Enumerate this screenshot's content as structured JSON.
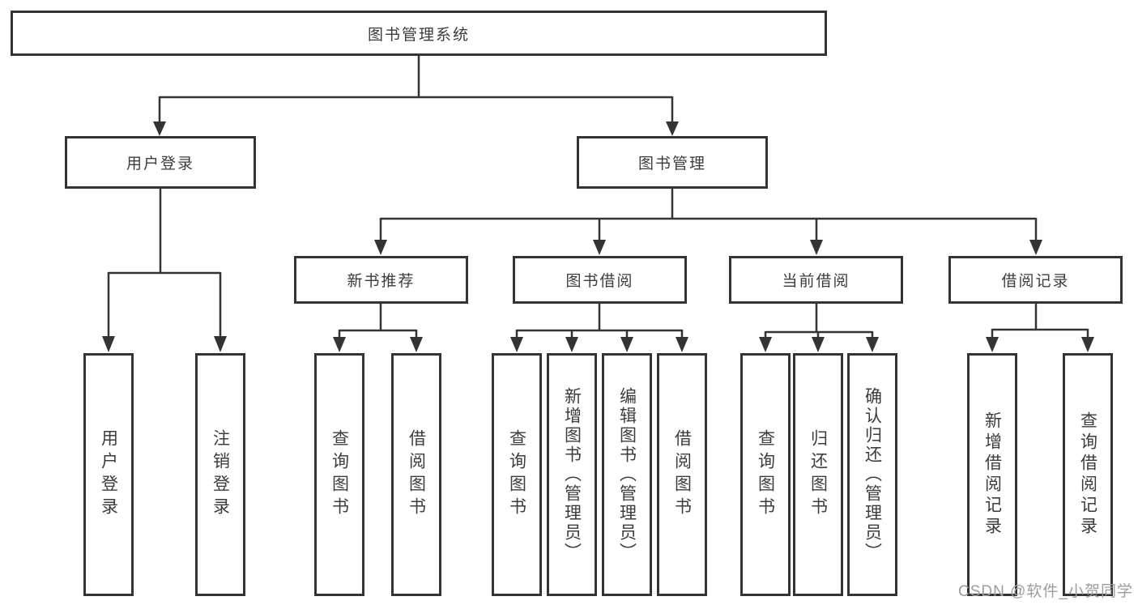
{
  "diagram": {
    "title": "图书管理系统",
    "level2": {
      "user_login": "用户登录",
      "book_management": "图书管理"
    },
    "level3": {
      "new_book_recommend": "新书推荐",
      "book_borrow": "图书借阅",
      "current_borrow": "当前借阅",
      "borrow_records": "借阅记录"
    },
    "leaves": {
      "user_login": [
        "用户登录",
        "注销登录"
      ],
      "new_book_recommend": [
        "查询图书",
        "借阅图书"
      ],
      "book_borrow": [
        "查询图书",
        "新增图书（管理员）",
        "编辑图书（管理员）",
        "借阅图书"
      ],
      "current_borrow": [
        "查询图书",
        "归还图书",
        "确认归还（管理员）"
      ],
      "borrow_records": [
        "新增借阅记录",
        "查询借阅记录"
      ]
    }
  },
  "watermark": "CSDN @软件_小贺同学",
  "colors": {
    "line": "#343434",
    "box_border": "#343434",
    "text": "#3c3c3c",
    "watermark": "#9c9c9c",
    "background": "#ffffff"
  }
}
